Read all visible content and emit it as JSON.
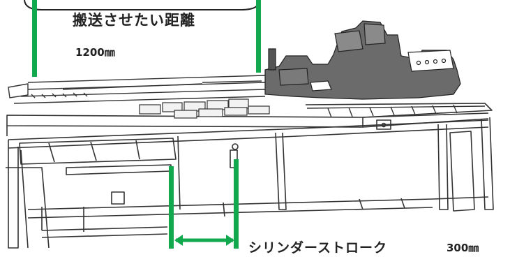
{
  "labels": {
    "transfer_distance_title": "搬送させたい距離",
    "transfer_distance_value": "1200㎜",
    "cylinder_stroke_label": "シリンダーストローク",
    "cylinder_stroke_value": "300㎜"
  },
  "colors": {
    "marker": "#12a84e",
    "line": "#333333",
    "machine_fill": "#6b6b6b",
    "part_fill": "#ffffff"
  }
}
